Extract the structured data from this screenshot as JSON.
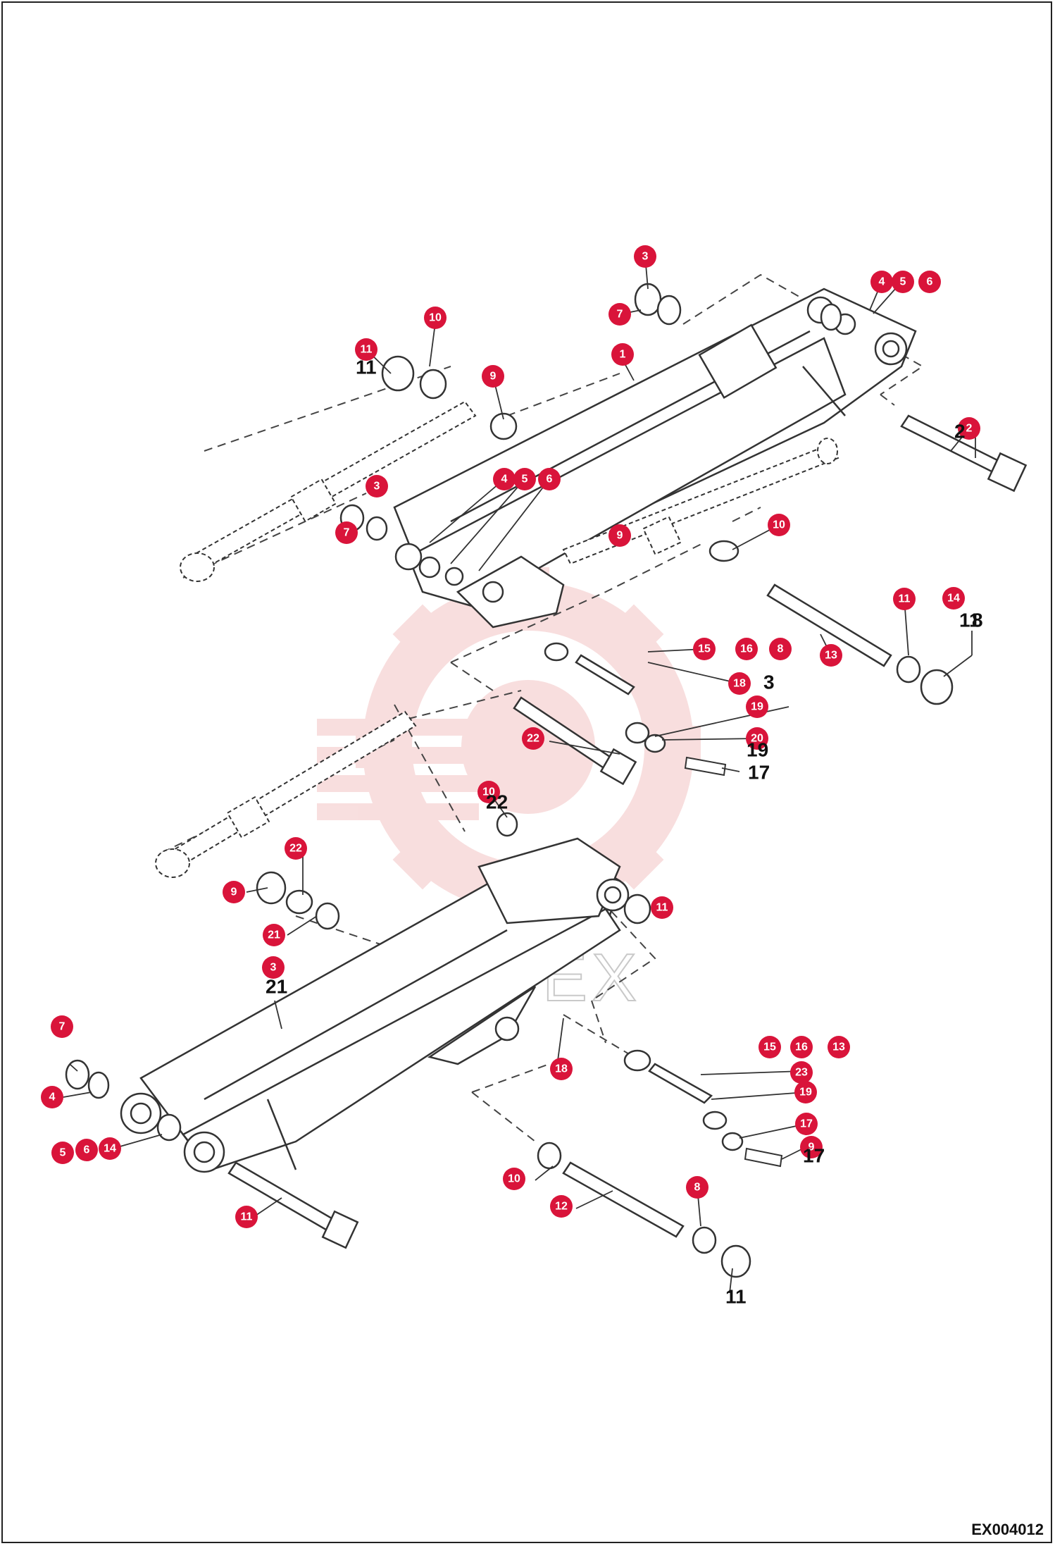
{
  "document_code": "EX004012",
  "watermark": {
    "text": "ИНТЕХ"
  },
  "colors": {
    "callout": "#d9143a",
    "line": "#333333",
    "dash": "#444444",
    "watermark": "#f3c4c4"
  },
  "callouts": [
    "3",
    "4",
    "5",
    "6",
    "7",
    "10",
    "11",
    "1",
    "9",
    "2",
    "4",
    "5",
    "6",
    "3",
    "7",
    "9",
    "10",
    "11",
    "14",
    "15",
    "16",
    "8",
    "13",
    "18",
    "19",
    "20",
    "22",
    "10",
    "11",
    "22",
    "9",
    "21",
    "3",
    "7",
    "4",
    "5",
    "6",
    "14",
    "15",
    "16",
    "13",
    "23",
    "18",
    "19",
    "17",
    "9",
    "10",
    "8",
    "12",
    "11"
  ],
  "labels": [
    "11",
    "2",
    "11",
    "8",
    "3",
    "19",
    "17",
    "21",
    "22",
    "11",
    "17"
  ]
}
